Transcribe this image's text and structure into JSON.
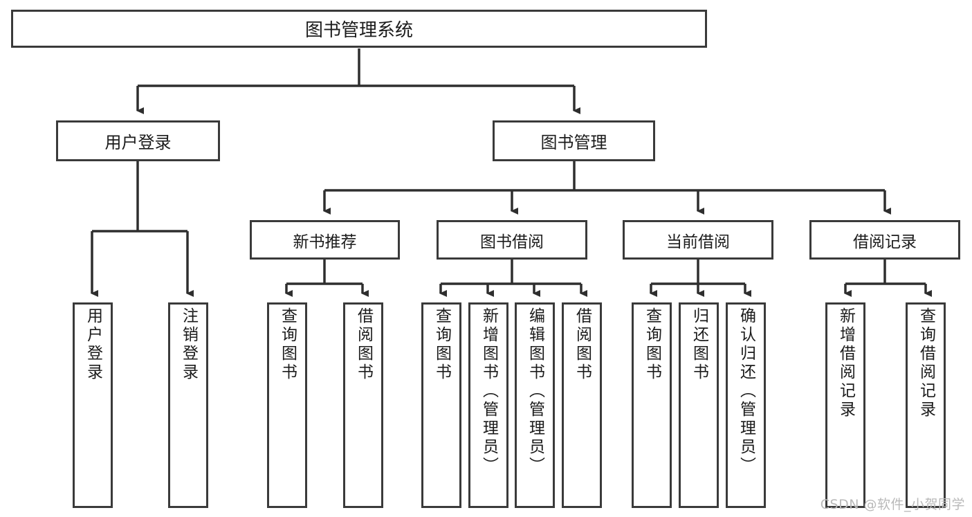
{
  "diagram": {
    "title_box": {
      "label": "图书管理系统"
    },
    "level2": [
      {
        "id": "user-login",
        "label": "用户登录"
      },
      {
        "id": "book-management",
        "label": "图书管理"
      }
    ],
    "level3": [
      {
        "id": "new-book-recommendation",
        "label": "新书推荐"
      },
      {
        "id": "book-borrow",
        "label": "图书借阅"
      },
      {
        "id": "current-borrow",
        "label": "当前借阅"
      },
      {
        "id": "borrow-record",
        "label": "借阅记录"
      }
    ],
    "leaves": [
      {
        "id": "leaf-user-login",
        "label": "用户登录",
        "parent": "user-login"
      },
      {
        "id": "leaf-logout-login",
        "label": "注销登录",
        "parent": "user-login"
      },
      {
        "id": "leaf-query-book-1",
        "label": "查询图书",
        "parent": "new-book-recommendation"
      },
      {
        "id": "leaf-borrow-book-1",
        "label": "借阅图书",
        "parent": "new-book-recommendation"
      },
      {
        "id": "leaf-query-book-2",
        "label": "查询图书",
        "parent": "book-borrow"
      },
      {
        "id": "leaf-add-book-admin",
        "label": "新增图书（管理员）",
        "parent": "book-borrow"
      },
      {
        "id": "leaf-edit-book-admin",
        "label": "编辑图书（管理员）",
        "parent": "book-borrow"
      },
      {
        "id": "leaf-borrow-book-2",
        "label": "借阅图书",
        "parent": "book-borrow"
      },
      {
        "id": "leaf-query-book-3",
        "label": "查询图书",
        "parent": "current-borrow"
      },
      {
        "id": "leaf-return-book",
        "label": "归还图书",
        "parent": "current-borrow"
      },
      {
        "id": "leaf-confirm-return-admin",
        "label": "确认归还（管理员）",
        "parent": "current-borrow"
      },
      {
        "id": "leaf-add-borrow-record",
        "label": "新增借阅记录",
        "parent": "borrow-record"
      },
      {
        "id": "leaf-query-borrow-record",
        "label": "查询借阅记录",
        "parent": "borrow-record"
      }
    ]
  },
  "watermark": {
    "text": "CSDN @软件_小贺同学"
  },
  "colors": {
    "border": "#3a3a3a",
    "text": "#1b1b1b",
    "background": "#ffffff",
    "watermark": "#b9b9b9"
  }
}
